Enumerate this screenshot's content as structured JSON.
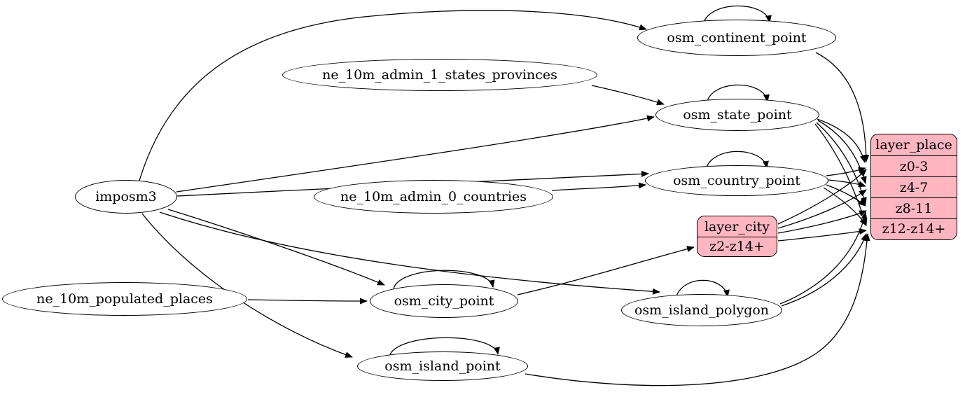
{
  "diagram": {
    "kind": "etl-flow-graph",
    "colors": {
      "record_fill": "#ffb6c1",
      "node_fill": "#ffffff",
      "edge_stroke": "#000000",
      "background": "#ffffff"
    },
    "nodes": {
      "imposm3": {
        "label": "imposm3"
      },
      "ne_10m_admin_1_states_provinces": {
        "label": "ne_10m_admin_1_states_provinces"
      },
      "ne_10m_admin_0_countries": {
        "label": "ne_10m_admin_0_countries"
      },
      "ne_10m_populated_places": {
        "label": "ne_10m_populated_places"
      },
      "osm_continent_point": {
        "label": "osm_continent_point"
      },
      "osm_state_point": {
        "label": "osm_state_point"
      },
      "osm_country_point": {
        "label": "osm_country_point"
      },
      "osm_city_point": {
        "label": "osm_city_point"
      },
      "osm_island_polygon": {
        "label": "osm_island_polygon"
      },
      "osm_island_point": {
        "label": "osm_island_point"
      }
    },
    "records": {
      "layer_place": {
        "title": "layer_place",
        "rows": [
          "z0-3",
          "z4-7",
          "z8-11",
          "z12-z14+"
        ]
      },
      "layer_city": {
        "title": "layer_city",
        "rows": [
          "z2-z14+"
        ]
      }
    },
    "edges": [
      {
        "from": "imposm3",
        "to": "osm_continent_point"
      },
      {
        "from": "imposm3",
        "to": "osm_state_point"
      },
      {
        "from": "imposm3",
        "to": "osm_country_point"
      },
      {
        "from": "imposm3",
        "to": "osm_city_point"
      },
      {
        "from": "imposm3",
        "to": "osm_island_polygon"
      },
      {
        "from": "imposm3",
        "to": "osm_island_point"
      },
      {
        "from": "ne_10m_admin_1_states_provinces",
        "to": "osm_state_point"
      },
      {
        "from": "ne_10m_admin_0_countries",
        "to": "osm_country_point"
      },
      {
        "from": "ne_10m_populated_places",
        "to": "osm_city_point"
      },
      {
        "from": "osm_continent_point",
        "to": "osm_continent_point"
      },
      {
        "from": "osm_state_point",
        "to": "osm_state_point"
      },
      {
        "from": "osm_country_point",
        "to": "osm_country_point"
      },
      {
        "from": "osm_city_point",
        "to": "osm_city_point"
      },
      {
        "from": "osm_island_polygon",
        "to": "osm_island_polygon"
      },
      {
        "from": "osm_island_point",
        "to": "osm_island_point"
      },
      {
        "from": "osm_continent_point",
        "to": "layer_place",
        "port": "z0-3"
      },
      {
        "from": "osm_state_point",
        "to": "layer_place",
        "port": "z0-3"
      },
      {
        "from": "osm_state_point",
        "to": "layer_place",
        "port": "z4-7"
      },
      {
        "from": "osm_state_point",
        "to": "layer_place",
        "port": "z8-11"
      },
      {
        "from": "osm_state_point",
        "to": "layer_place",
        "port": "z12-z14+"
      },
      {
        "from": "osm_country_point",
        "to": "layer_place",
        "port": "z0-3"
      },
      {
        "from": "osm_country_point",
        "to": "layer_place",
        "port": "z4-7"
      },
      {
        "from": "osm_country_point",
        "to": "layer_place",
        "port": "z8-11"
      },
      {
        "from": "osm_country_point",
        "to": "layer_place",
        "port": "z12-z14+"
      },
      {
        "from": "osm_city_point",
        "to": "layer_city",
        "port": "z2-z14+"
      },
      {
        "from": "layer_city",
        "to": "layer_place",
        "port": "z0-3"
      },
      {
        "from": "layer_city",
        "to": "layer_place",
        "port": "z4-7"
      },
      {
        "from": "layer_city",
        "to": "layer_place",
        "port": "z8-11"
      },
      {
        "from": "layer_city",
        "to": "layer_place",
        "port": "z12-z14+"
      },
      {
        "from": "osm_island_polygon",
        "to": "layer_place",
        "port": "z8-11"
      },
      {
        "from": "osm_island_polygon",
        "to": "layer_place",
        "port": "z12-z14+"
      },
      {
        "from": "osm_island_point",
        "to": "layer_place",
        "port": "z12-z14+"
      }
    ]
  }
}
